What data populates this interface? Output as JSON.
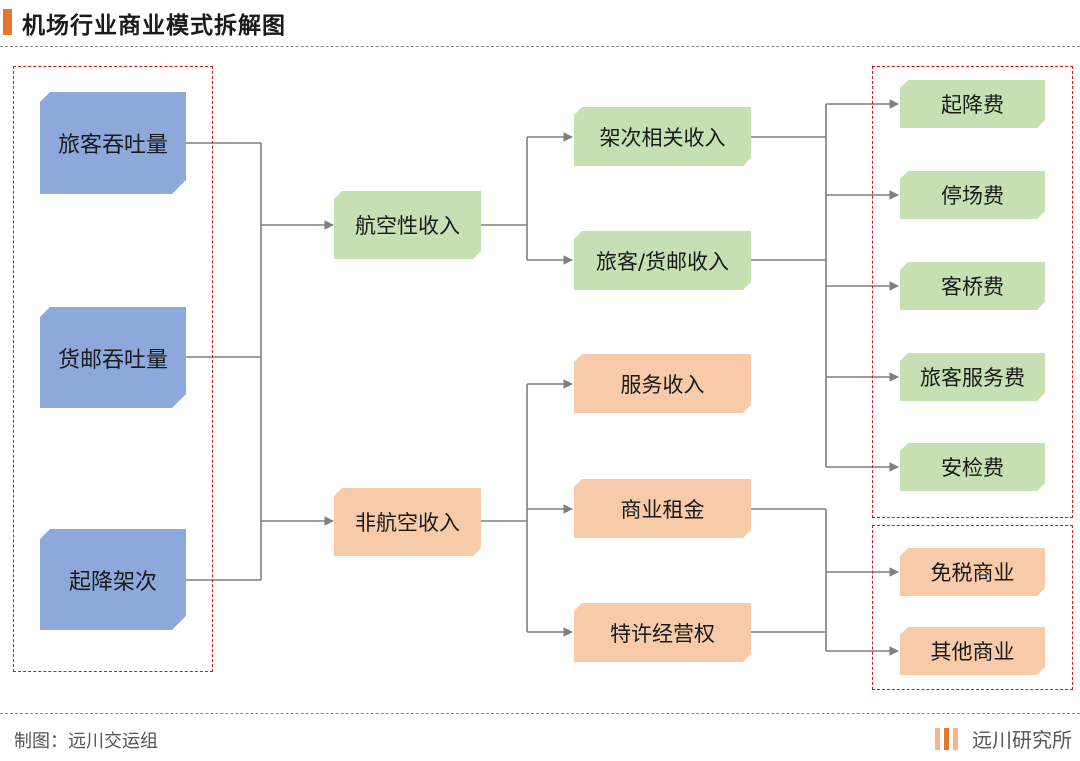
{
  "title": "机场行业商业模式拆解图",
  "colors": {
    "accent": "#e8772e",
    "group_border": "#d0191b",
    "input_fill": "#8da9db",
    "aero_fill": "#c6e0b3",
    "nonaero_fill": "#f7cba9",
    "connector": "#7f7f7f"
  },
  "inputs": [
    "旅客吞吐量",
    "货邮吞吐量",
    "起降架次"
  ],
  "aero": {
    "label": "航空性收入",
    "children": [
      "架次相关收入",
      "旅客/货邮收入"
    ],
    "fees": [
      "起降费",
      "停场费",
      "客桥费",
      "旅客服务费",
      "安检费"
    ]
  },
  "non_aero": {
    "label": "非航空收入",
    "children": [
      "服务收入",
      "商业租金",
      "特许经营权"
    ],
    "commercial": [
      "免税商业",
      "其他商业"
    ]
  },
  "footer": {
    "credit": "制图：远川交运组",
    "brand": "远川研究所",
    "logo_colors": [
      "#f3b58d",
      "#e8772e",
      "#f3b58d"
    ]
  }
}
